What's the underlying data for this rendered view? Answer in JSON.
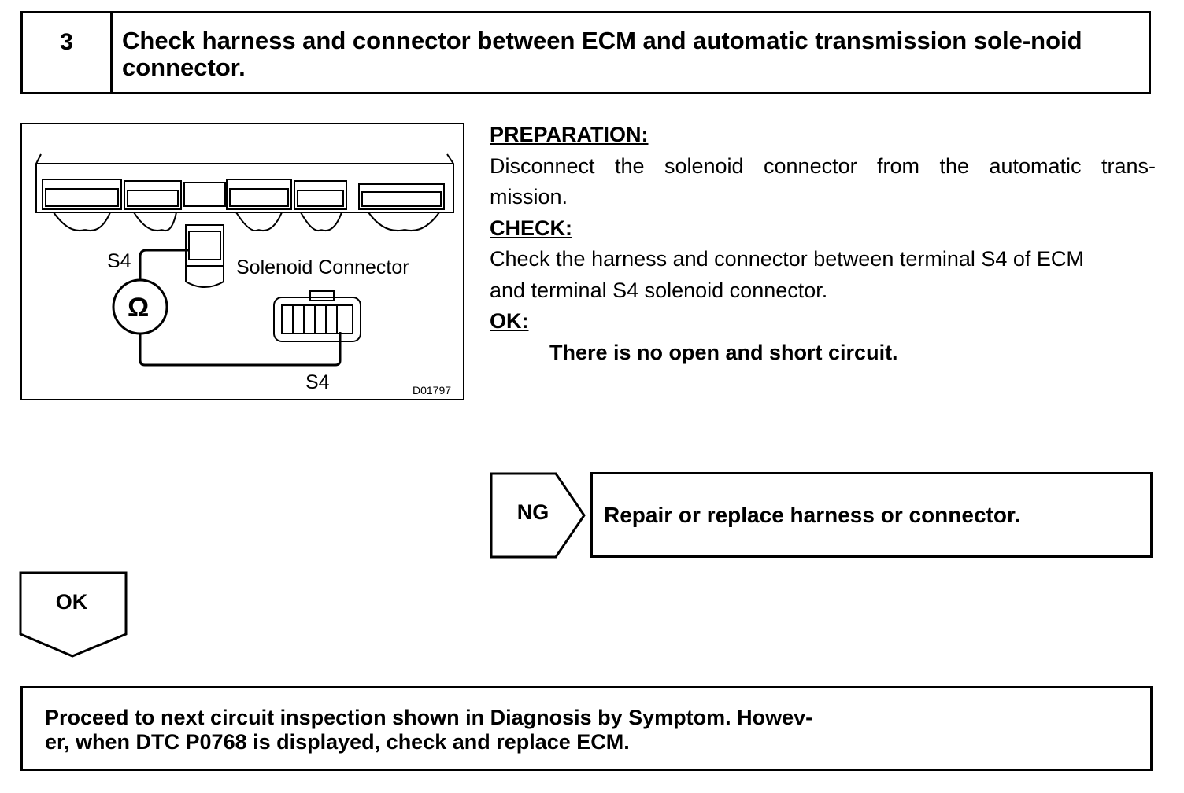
{
  "step": {
    "number": "3",
    "title": "Check harness and connector between ECM and automatic transmission sole-noid connector."
  },
  "figure": {
    "label_s4_top": "S4",
    "label_solenoid": "Solenoid Connector",
    "label_s4_bottom": "S4",
    "code": "D01797",
    "ohm_symbol": "Ω",
    "icon": "ohmmeter-icon"
  },
  "instructions": {
    "preparation_heading": "PREPARATION:",
    "preparation_line1": "Disconnect the solenoid connector from the automatic trans-",
    "preparation_line2": "mission.",
    "check_heading": "CHECK:",
    "check_line1": "Check the harness and connector between terminal S4 of ECM",
    "check_line2": "and terminal S4 solenoid connector.",
    "ok_heading": "OK:",
    "ok_text": "There is no open and short circuit."
  },
  "ng": {
    "tag": "NG",
    "action": "Repair or replace harness or connector."
  },
  "ok": {
    "tag": "OK"
  },
  "final": {
    "line1": "Proceed to next circuit inspection shown in Diagnosis by Symptom. Howev-",
    "line2": "er, when DTC P0768 is displayed, check and replace ECM."
  }
}
